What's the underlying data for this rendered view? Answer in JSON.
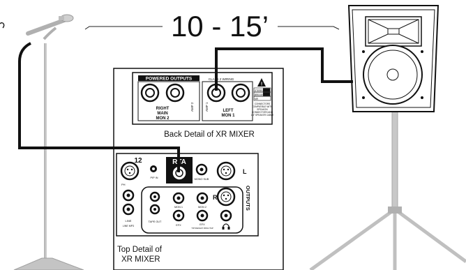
{
  "distance": {
    "text": "10 - 15’"
  },
  "back_panel": {
    "header": "POWERED OUTPUTS",
    "wiring_note": "CLASS 2 WIRING",
    "amp_tag": "AMP 2",
    "amp_tag_left": "AMP 1",
    "right_output": {
      "line1": "RIGHT",
      "line2": "MAIN",
      "line3": "MON 2"
    },
    "left_output": {
      "line1": "LEFT",
      "line2": "MON 1"
    },
    "caption": "Back Detail of XR MIXER",
    "spec_rows": [
      "STEREO",
      "BRIDGED",
      "MR"
    ],
    "warning_lines": [
      "CONNECTORS",
      "COMPATIBLE WITH",
      "SPEAKON",
      "CONNECTORS AND",
      "1/4\" SPEAKER CABLE"
    ]
  },
  "top_panel": {
    "channel": "12",
    "rta": "RTA",
    "phantom": "PH",
    "pip_in": "PIP IN",
    "mono_sub": "MONO SUB",
    "line": "LINE",
    "line_sub": "LINE  MP3",
    "left_label": "L",
    "right_label": "R",
    "outputs": "OUTPUTS",
    "tape_out": "TAPE OUT",
    "mon1": "MON 1",
    "mon2": "MON 2",
    "efx": "EFX",
    "efx2": "EFX",
    "efx_note": "TIP=DEFEAT RING=TAP",
    "caption_line1": "Top Detail of",
    "caption_line2": "XR MIXER"
  },
  "colors": {
    "ink": "#111111",
    "stand": "#c2c2c2",
    "stand_dark": "#9a9a9a"
  }
}
